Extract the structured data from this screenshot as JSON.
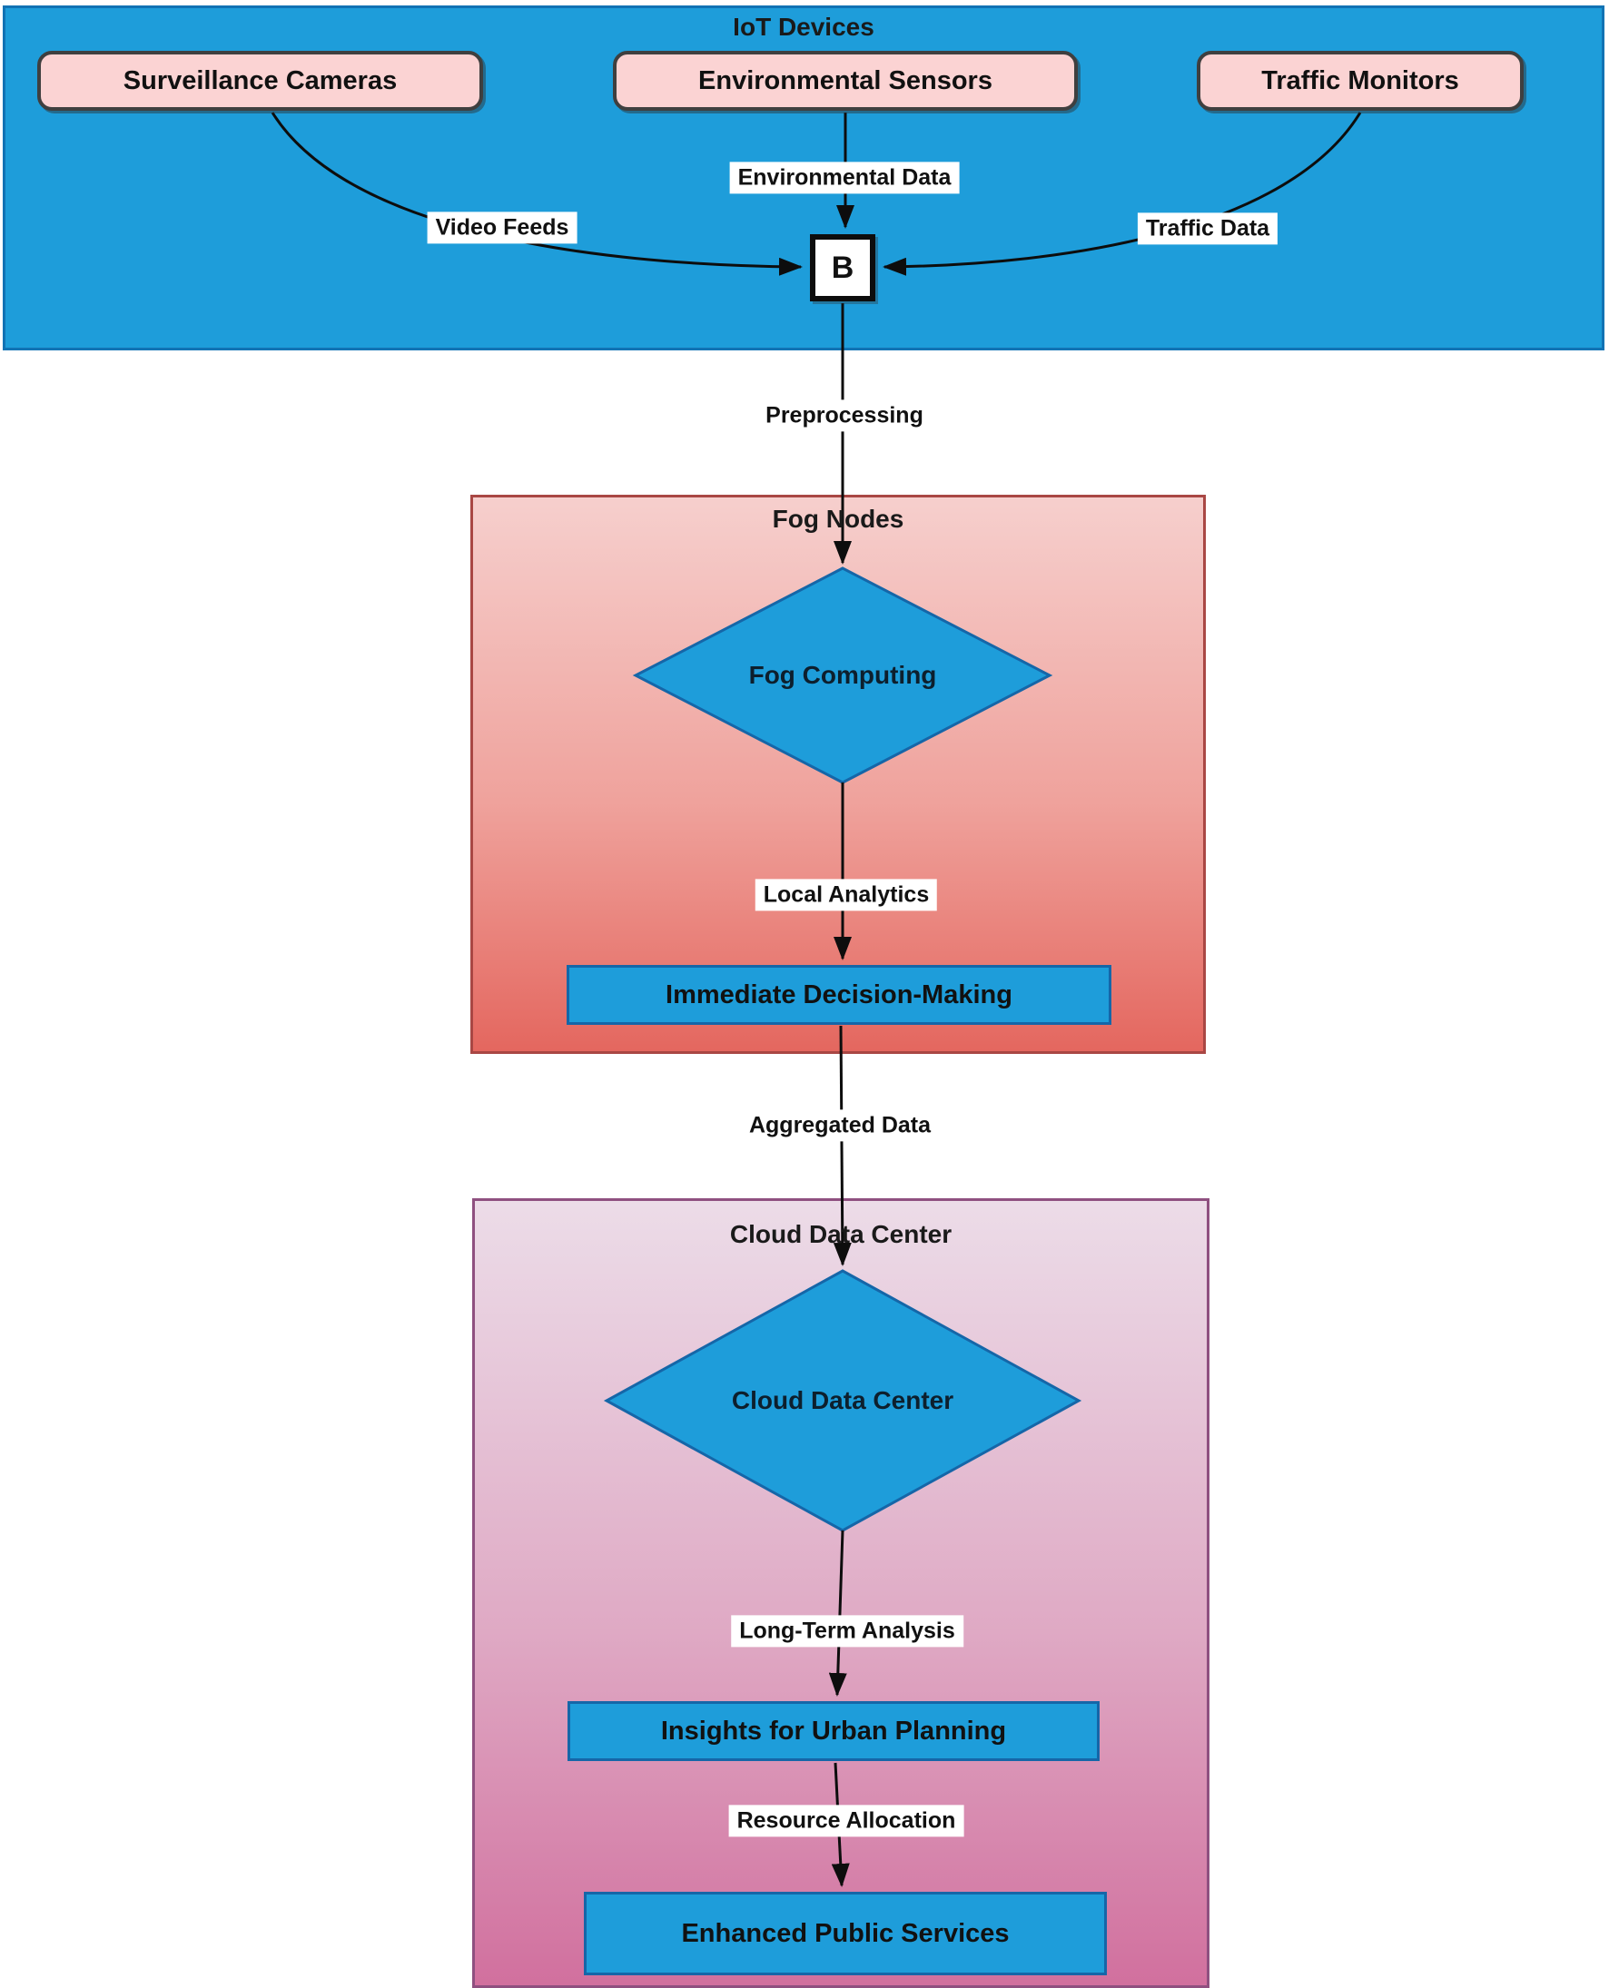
{
  "diagram": {
    "clusters": {
      "iot": {
        "title": "IoT Devices"
      },
      "fog": {
        "title": "Fog Nodes"
      },
      "cloud": {
        "title": "Cloud Data Center"
      }
    },
    "nodes": {
      "surveillance": {
        "label": "Surveillance Cameras"
      },
      "environmental": {
        "label": "Environmental Sensors"
      },
      "traffic": {
        "label": "Traffic Monitors"
      },
      "junction": {
        "label": "B"
      },
      "fog_computing": {
        "label": "Fog Computing"
      },
      "immediate": {
        "label": "Immediate Decision-Making"
      },
      "cloud_dc": {
        "label": "Cloud Data Center"
      },
      "insights": {
        "label": "Insights for Urban Planning"
      },
      "enhanced": {
        "label": "Enhanced Public Services"
      }
    },
    "edge_labels": {
      "video_feeds": "Video Feeds",
      "environmental_data": "Environmental Data",
      "traffic_data": "Traffic Data",
      "preprocessing": "Preprocessing",
      "local_analytics": "Local Analytics",
      "aggregated_data": "Aggregated Data",
      "long_term": "Long-Term Analysis",
      "resource_allocation": "Resource Allocation"
    },
    "colors": {
      "node_blue": "#1E9DDA",
      "node_blue_border": "#1566A8",
      "pink_node": "#FBD3D3",
      "pink_node_border": "#3F3F3F",
      "iot_container": "#1E9DDA",
      "fog_gradient_top": "#F6CFCD",
      "fog_gradient_bottom": "#E4675F",
      "fog_border": "#A94744",
      "cloud_gradient_top": "#ECDCE8",
      "cloud_gradient_bottom": "#D1709E",
      "cloud_border": "#8F5080",
      "edge_color": "#0d0d0d",
      "text_color": "#111111"
    }
  }
}
